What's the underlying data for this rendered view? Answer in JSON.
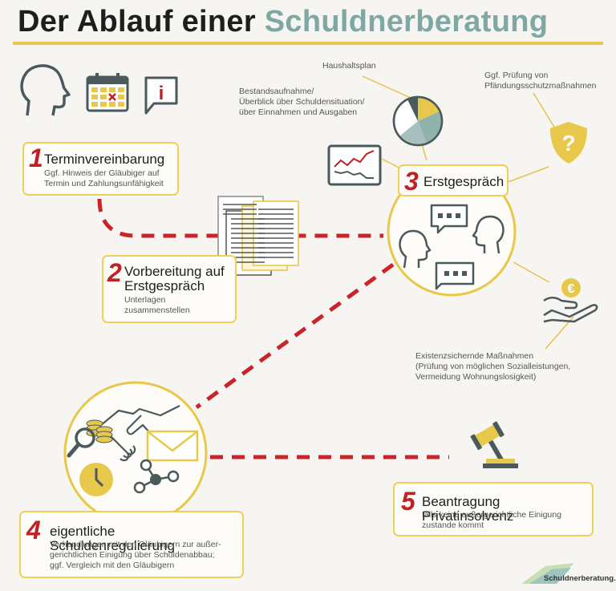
{
  "title": {
    "part1": "Der Ablauf einer ",
    "part2": "Schuldnerberatung"
  },
  "steps": [
    {
      "num": "1",
      "title": "Terminvereinbarung",
      "desc": [
        "Ggf. Hinweis der Gläubiger auf",
        "Termin und Zahlungsunfähigkeit"
      ]
    },
    {
      "num": "2",
      "title": [
        "Vorbereitung auf",
        "Erstgespräch"
      ],
      "desc": [
        "Unterlagen",
        "zusammenstellen"
      ]
    },
    {
      "num": "3",
      "title": "Erstgespräch"
    },
    {
      "num": "4",
      "title": "eigentliche Schuldenregulierung",
      "desc": [
        "Verhandlungen mit den Gläubigern zur außer-",
        "gerichtlichen Einigung über Schuldenabbau;",
        "ggf. Vergleich mit den Gläubigern"
      ]
    },
    {
      "num": "5",
      "title": "Beantragung Privatinsolvenz",
      "desc": [
        "falls keine außergerichtliche Einigung",
        "zustande kommt"
      ]
    }
  ],
  "labels": {
    "haushaltsplan": "Haushaltsplan",
    "bestandsaufnahme": [
      "Bestandsaufnahme/",
      "Überblick über Schuldensituation/",
      "über Einnahmen und Ausgaben"
    ],
    "pfaendung": [
      "Ggf. Prüfung von",
      "Pfändungsschutzmaßnahmen"
    ],
    "existenz": [
      "Existenzsichernde Maßnahmen",
      "(Prüfung von möglichen Sozialleistungen,",
      " Vermeidung Wohnungslosigkeit)"
    ]
  },
  "icons": {
    "question_mark": "?",
    "euro": "€",
    "info": "i"
  },
  "logo": "Schuldnerberatung.de",
  "colors": {
    "accent_yellow": "#ecd158",
    "accent_red": "#c21f24",
    "teal": "#7fa7a3",
    "dark": "#4a5a5c"
  }
}
